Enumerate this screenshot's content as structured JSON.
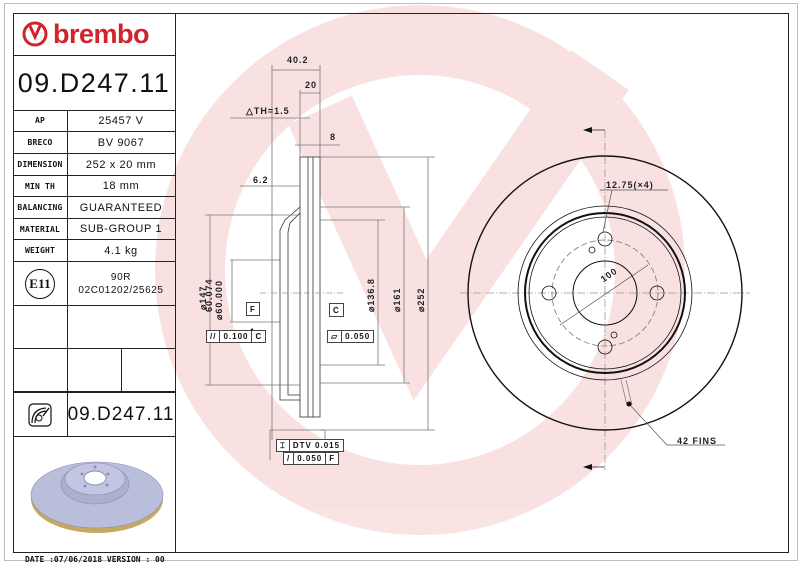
{
  "brand": {
    "name": "brembo",
    "color": "#d2232a"
  },
  "part_number": "09.D247.11",
  "specs": [
    {
      "label": "AP",
      "value": "25457 V"
    },
    {
      "label": "BRECO",
      "value": "BV 9067"
    },
    {
      "label": "DIMENSION",
      "value": "252 x 20 mm"
    },
    {
      "label": "MIN TH",
      "value": "18 mm"
    },
    {
      "label": "BALANCING",
      "value": "GUARANTEED"
    },
    {
      "label": "MATERIAL",
      "value": "SUB-GROUP 1"
    },
    {
      "label": "WEIGHT",
      "value": "4.1 kg"
    }
  ],
  "approval": {
    "mark": "E11",
    "line1": "90R",
    "line2": "02C01202/25625"
  },
  "part_number_footer": "09.D247.11",
  "footer": "DATE :07/06/2018 VERSION : 00",
  "section_view": {
    "overall_height": "40.2",
    "thickness": "20",
    "delta_th": "△TH=1.5",
    "vent_width": "8",
    "hat_offset": "6.2",
    "dia_hub_outer": "⌀147",
    "dia_center_bore_max": "60.074",
    "dia_center_bore_min": "⌀60.000",
    "dia_inner_friction": "⌀136.8",
    "dia_hat": "⌀161",
    "dia_outer": "⌀252",
    "datum_f": "F",
    "datum_c": "C",
    "parallelism": {
      "symbol": "//",
      "value": "0.100",
      "datum": "C"
    },
    "flatness": {
      "symbol": "▱",
      "value": "0.050"
    },
    "dtv": {
      "symbol": "⌶",
      "label": "DTV 0.015"
    },
    "runout": {
      "symbol": "/",
      "value": "0.050",
      "datum": "F"
    }
  },
  "front_view": {
    "bolt_hole": "12.75(×4)",
    "pcd": "100",
    "fins": "42 FINS"
  }
}
